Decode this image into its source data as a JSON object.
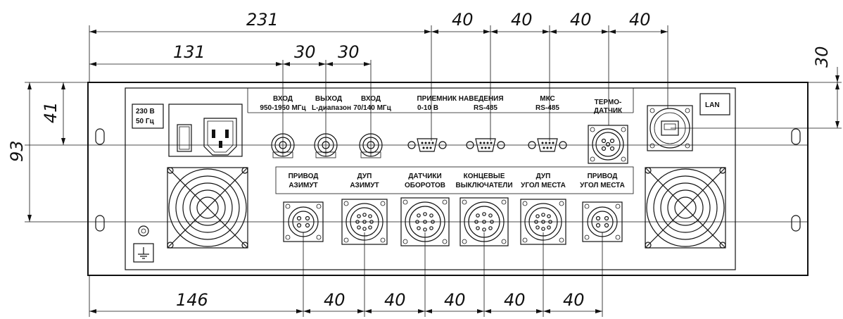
{
  "dimensions": {
    "top_231": "231",
    "top_40_a": "40",
    "top_40_b": "40",
    "top_40_c": "40",
    "top_40_d": "40",
    "top_131": "131",
    "top_30_a": "30",
    "top_30_b": "30",
    "right_30": "30",
    "left_41": "41",
    "left_93": "93",
    "bottom_146": "146",
    "bottom_40_a": "40",
    "bottom_40_b": "40",
    "bottom_40_c": "40",
    "bottom_40_d": "40",
    "bottom_40_e": "40"
  },
  "power": {
    "line1": "230 В",
    "line2": "50 Гц"
  },
  "lan": "LAN",
  "top_labels": [
    {
      "line1": "ВХОД",
      "line2": "950-1950 МГц"
    },
    {
      "line1": "ВЫХОД",
      "line2": "L-диапазон"
    },
    {
      "line1": "ВХОД",
      "line2": "70/140 МГц"
    },
    {
      "line1": "ПРИЕМНИК НАВЕДЕНИЯ",
      "line2": "0-10 В"
    },
    {
      "line1": "",
      "line2": "RS-485"
    },
    {
      "line1": "МКС",
      "line2": "RS-485"
    },
    {
      "line1": "ТЕРМО-",
      "line2": "ДАТЧИК"
    }
  ],
  "bottom_labels": [
    {
      "line1": "ПРИВОД",
      "line2": "АЗИМУТ"
    },
    {
      "line1": "ДУП",
      "line2": "АЗИМУТ"
    },
    {
      "line1": "ДАТЧИКИ",
      "line2": "ОБОРОТОВ"
    },
    {
      "line1": "КОНЦЕВЫЕ",
      "line2": "ВЫКЛЮЧАТЕЛИ"
    },
    {
      "line1": "ДУП",
      "line2": "УГОЛ МЕСТА"
    },
    {
      "line1": "ПРИВОД",
      "line2": "УГОЛ МЕСТА"
    }
  ]
}
